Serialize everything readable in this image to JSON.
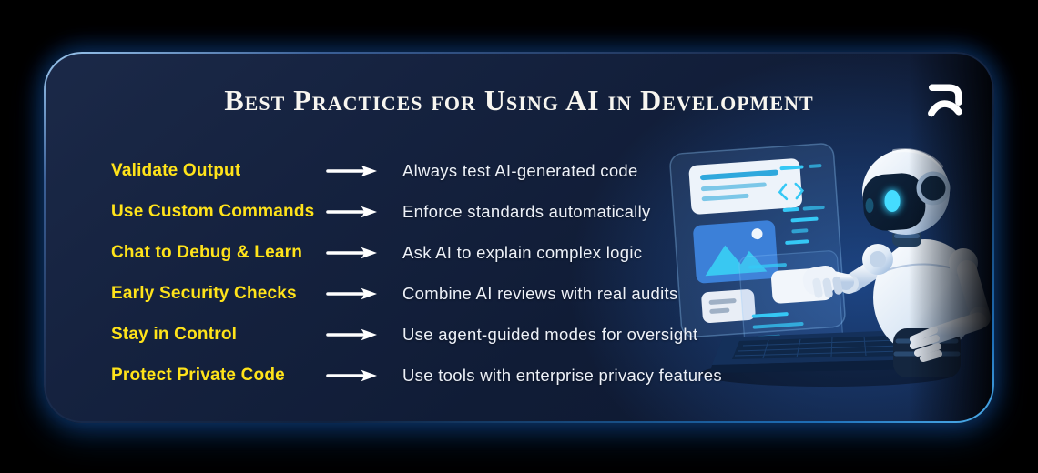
{
  "title": "Best Practices for Using AI in Development",
  "brand": {
    "logo_icon": "brand-logo"
  },
  "rows": [
    {
      "label": "Validate Output",
      "description": "Always test AI-generated code"
    },
    {
      "label": "Use Custom Commands",
      "description": "Enforce standards automatically"
    },
    {
      "label": "Chat to Debug & Learn",
      "description": "Ask AI to explain complex logic"
    },
    {
      "label": "Early Security Checks",
      "description": "Combine AI reviews with real audits"
    },
    {
      "label": "Stay in Control",
      "description": "Use agent-guided modes for oversight"
    },
    {
      "label": "Protect Private Code",
      "description": "Use tools with enterprise privacy features"
    }
  ],
  "illustration": {
    "description": "White robot touching a floating app screen above a laptop"
  },
  "colors": {
    "background": "#000000",
    "card_top": "#1B2948",
    "card_bottom": "#0D1830",
    "accent_yellow": "#FFE31A",
    "title_color": "#F8F6F0",
    "text_light": "#EDF1F8",
    "cyan_accent": "#35C8F5",
    "glow_blue": "#1E6FB8"
  }
}
